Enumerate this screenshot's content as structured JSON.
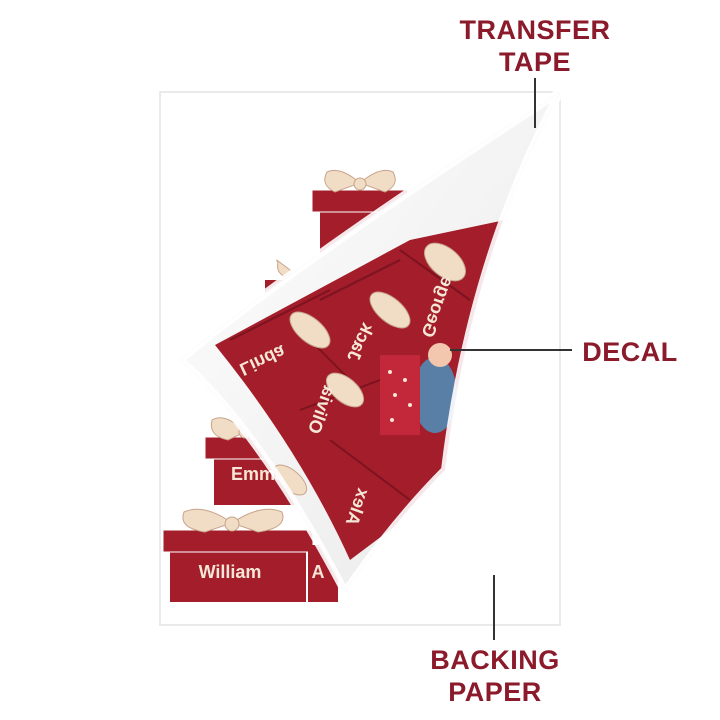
{
  "colors": {
    "brand_red": "#8b1a2b",
    "decal_red": "#a31d2a",
    "bow_cream": "#f1dcc6",
    "paper": "#ffffff"
  },
  "callouts": {
    "transfer_tape": [
      "TRANSFER",
      "TAPE"
    ],
    "decal": "DECAL",
    "backing_paper": [
      "BACKING",
      "PAPER"
    ]
  },
  "decal": {
    "front_names": [
      "Emma",
      "William"
    ],
    "partial_name": "A",
    "mirrored_names": [
      "George",
      "Jack",
      "Linda",
      "Olivia",
      "Alex"
    ]
  }
}
